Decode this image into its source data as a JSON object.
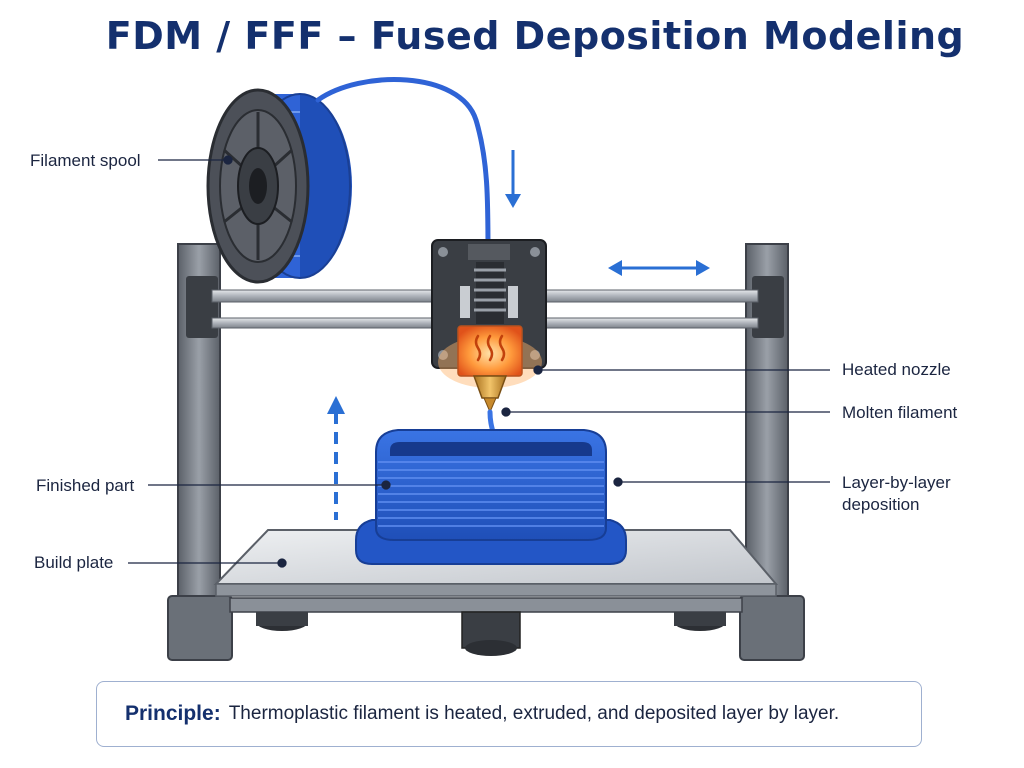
{
  "title": "FDM / FFF – Fused Deposition Modeling",
  "labels": {
    "filament_spool": "Filament spool",
    "heated_nozzle": "Heated nozzle",
    "molten_filament": "Molten filament",
    "finished_part": "Finished part",
    "layer_by_layer": "Layer-by-layer\ndeposition",
    "build_plate": "Build plate"
  },
  "principle": {
    "keyword": "Principle:",
    "text": "Thermoplastic filament is heated, extruded, and deposited layer by layer."
  },
  "colors": {
    "title": "#14306e",
    "filament_blue": "#2f63d6",
    "arrow_blue": "#2a6fd4",
    "frame_gray": "#6e737c",
    "heat_orange": "#f07a1f",
    "nozzle_brass": "#d69a3a"
  },
  "icons": [
    "filament-spool",
    "extruder",
    "heated-nozzle",
    "printed-part",
    "build-plate",
    "motion-arrow"
  ]
}
